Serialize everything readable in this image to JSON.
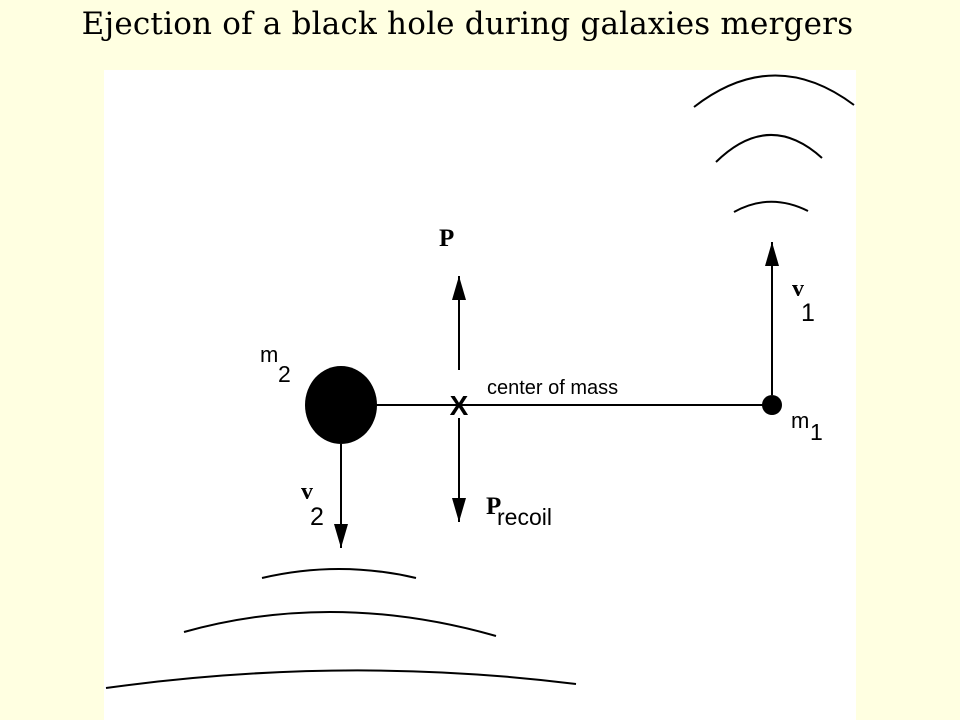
{
  "slide": {
    "title": "Ejection of a black hole during galaxies mergers"
  },
  "diagram": {
    "labels": {
      "center_of_mass": "center of mass",
      "center_marker": "X",
      "momentum_up": "P",
      "momentum_down": "P",
      "momentum_down_sub": "recoil",
      "mass_2": "m",
      "mass_2_sub": "2",
      "mass_1": "m",
      "mass_1_sub": "1",
      "velocity_1": "v",
      "velocity_1_sub": "1",
      "velocity_2": "v",
      "velocity_2_sub": "2"
    },
    "colors": {
      "background": "#FFFFE1",
      "panel": "#ffffff",
      "ink": "#000000"
    }
  }
}
